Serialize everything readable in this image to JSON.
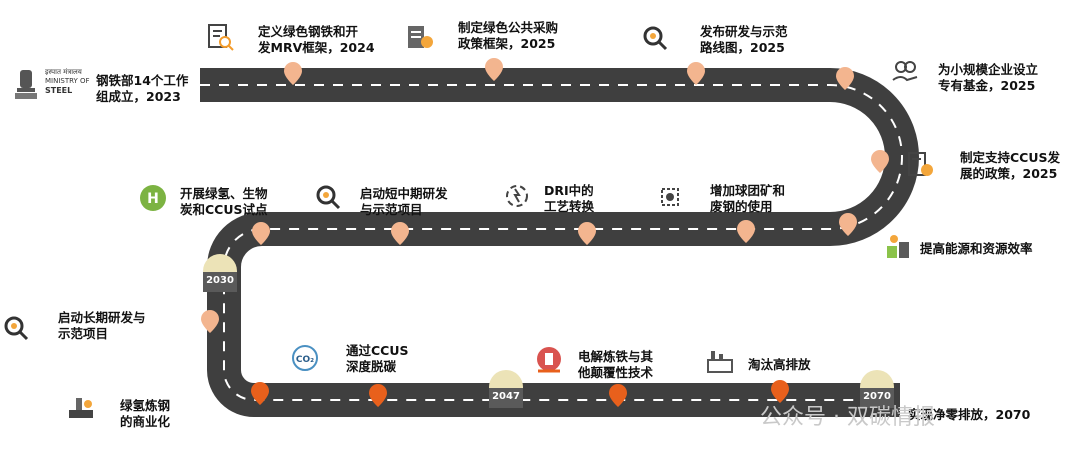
{
  "logo": {
    "line1": "इस्पात मंत्रालय",
    "line2": "MINISTRY OF",
    "line3": "STEEL"
  },
  "milestones": [
    {
      "line1": "钢铁部14个工作",
      "line2": "组成立，2023"
    },
    {
      "line1": "定义绿色钢铁和开",
      "line2": "发MRV框架，2024"
    },
    {
      "line1": "制定绿色公共采购",
      "line2": "政策框架，2025"
    },
    {
      "line1": "发布研发与示范",
      "line2": "路线图，2025"
    },
    {
      "line1": "为小规模企业设立",
      "line2": "专有基金，2025"
    },
    {
      "line1": "制定支持CCUS发",
      "line2": "展的政策，2025"
    },
    {
      "line1": "提高能源和资源效率",
      "line2": ""
    },
    {
      "line1": "增加球团矿和",
      "line2": "废钢的使用"
    },
    {
      "line1": "DRI中的",
      "line2": "工艺转换"
    },
    {
      "line1": "启动短中期研发",
      "line2": "与示范项目"
    },
    {
      "line1": "开展绿氢、生物",
      "line2": "炭和CCUS试点"
    },
    {
      "line1": "启动长期研发与",
      "line2": "示范项目"
    },
    {
      "line1": "绿氢炼钢",
      "line2": "的商业化"
    },
    {
      "line1": "通过CCUS",
      "line2": "深度脱碳"
    },
    {
      "line1": "电解炼铁与其",
      "line2": "他颠覆性技术"
    },
    {
      "line1": "淘汰高排放",
      "line2": ""
    },
    {
      "line1": "实现净零排放，2070",
      "line2": ""
    }
  ],
  "years": [
    "2030",
    "2047",
    "2070"
  ],
  "watermark": "公众号 · 双碳情报",
  "colors": {
    "road": "#3f3f3f",
    "pin_light": "#f3b58f",
    "pin_dark": "#e8601c",
    "icon_green": "#7cb342"
  }
}
